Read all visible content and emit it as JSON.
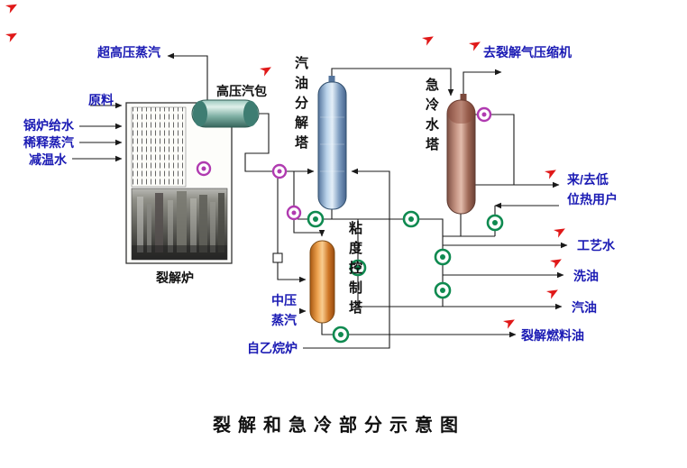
{
  "title": "裂解和急冷部分示意图",
  "streams_in": {
    "uhp_steam": "超高压蒸汽",
    "feed": "原料",
    "boiler_feed_water": "锅炉给水",
    "dilution_steam": "稀释蒸汽",
    "desuper_water": "减温水",
    "mp_steam": "中压蒸汽",
    "from_ethane_furnace": "自乙烷炉"
  },
  "equipment": {
    "cracking_furnace": "裂解炉",
    "hp_steam_drum": "高压汽包",
    "gasoline_fractionator": "汽油分解塔",
    "viscosity_control_tower": "粘度控制塔",
    "quench_water_tower": "急冷水塔"
  },
  "streams_out": {
    "to_cracked_gas_compressor": "去裂解气压缩机",
    "heat_users": "来/去低位热用户",
    "process_water": "工艺水",
    "wash_oil": "洗油",
    "gasoline": "汽油",
    "cracked_fuel_oil": "裂解燃料油"
  },
  "colors": {
    "label_blue": "#1b1bb4",
    "label_black": "#111111",
    "pipe_line": "#1a1a1a",
    "pump_green": "#0f8a50",
    "valve_magenta": "#b03ab0",
    "red_arrow": "#e01818",
    "drum_teal": "#6fae9f",
    "tower_blue": "#8fb0cc",
    "tower_orange": "#e8963c",
    "tower_rose": "#c08878"
  }
}
